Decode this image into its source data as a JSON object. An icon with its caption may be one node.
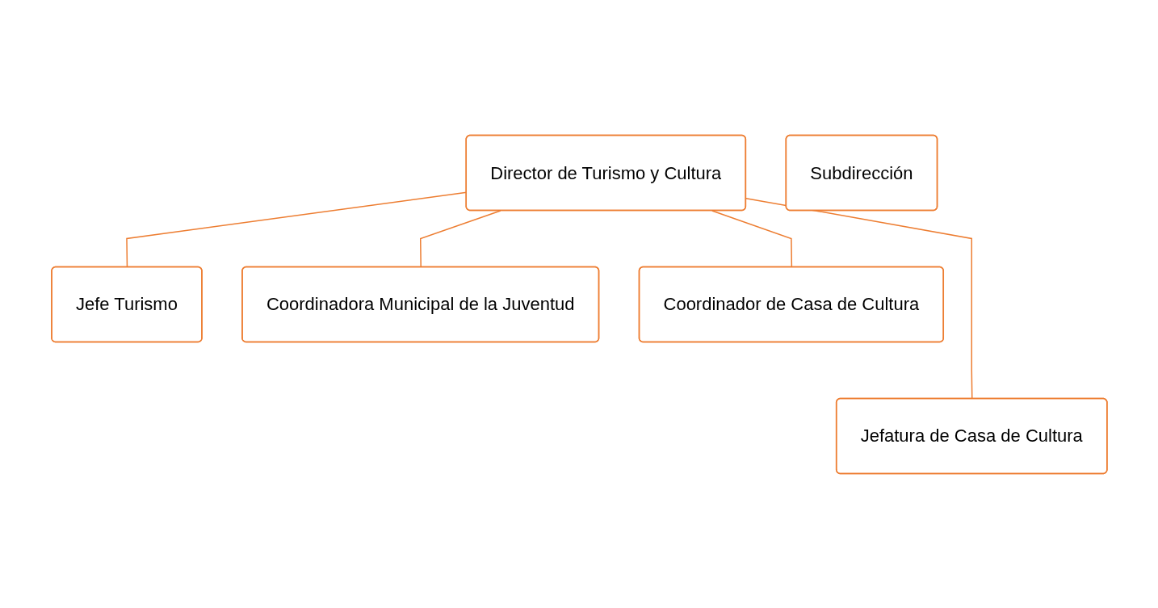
{
  "diagram": {
    "nodes": [
      {
        "text": [
          "Director de Turismo y Cultura"
        ]
      },
      {
        "text": [
          "Subdirección"
        ]
      },
      {
        "text": [
          "Jefe Turismo"
        ]
      },
      {
        "text": [
          "Coordinadora Municipal de la Juventud"
        ]
      },
      {
        "text": [
          "Coordinador de Casa de Cultura"
        ]
      },
      {
        "text": [
          "Jefatura de Casa de Cultura"
        ]
      }
    ],
    "edges": [
      {
        "from": 0,
        "to": 2,
        "arrow": "none"
      },
      {
        "from": 0,
        "to": 3,
        "arrow": "none"
      },
      {
        "from": 0,
        "to": 4,
        "arrow": "none"
      },
      {
        "from": 0,
        "to": 5,
        "arrow": "none"
      }
    ]
  }
}
